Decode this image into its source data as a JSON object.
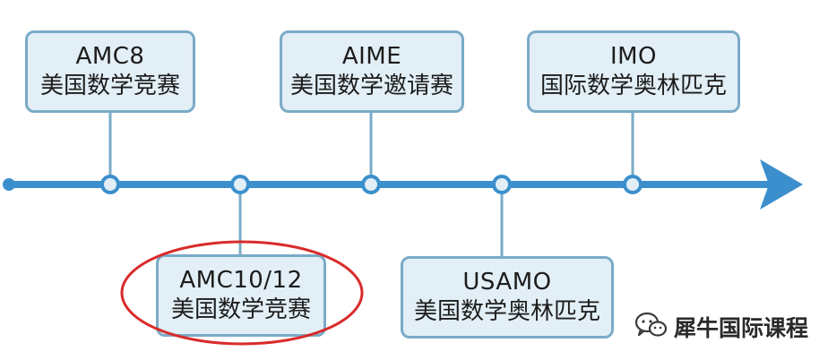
{
  "milestones": {
    "amc8": {
      "title": "AMC8",
      "subtitle": "美国数学竞赛"
    },
    "amc1012": {
      "title": "AMC10/12",
      "subtitle": "美国数学竞赛"
    },
    "aime": {
      "title": "AIME",
      "subtitle": "美国数学邀请赛"
    },
    "usamo": {
      "title": "USAMO",
      "subtitle": "美国数学奥林匹克"
    },
    "imo": {
      "title": "IMO",
      "subtitle": "国际数学奥林匹克"
    }
  },
  "watermark": {
    "text": "犀牛国际课程",
    "icon": "wechat-icon"
  },
  "colors": {
    "timeline": "#3b8fcc",
    "node_fill": "#e2eff6",
    "box_fill": "#e2eff6",
    "box_border": "#7aabc8",
    "connector": "#7aabc8",
    "highlight": "#d92b2b"
  }
}
